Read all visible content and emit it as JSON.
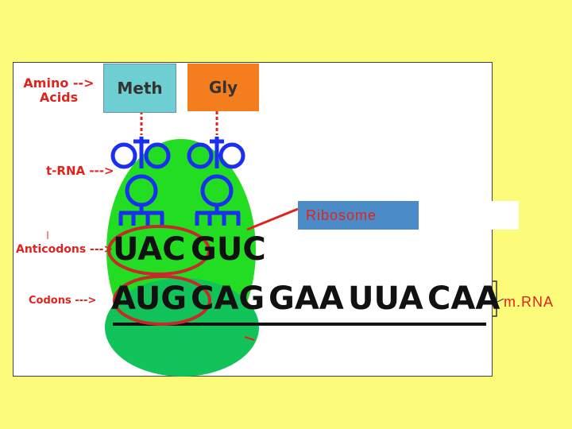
{
  "labels": {
    "amino_acids": "Amino --> Acids",
    "trna": "t-RNA --->",
    "anticodons": "Anticodons --->",
    "codons": "Codons --->",
    "ribosome": "Ribosome",
    "mrna": "m.RNA"
  },
  "amino_acids": [
    "Meth",
    "Gly"
  ],
  "anticodons": [
    "UAC",
    "GUC"
  ],
  "codons": [
    "AUG",
    "CAG",
    "GAA",
    "UUA",
    "CAA"
  ],
  "colors": {
    "background": "#fdfc7a",
    "ribosome_green": "#22dd22",
    "ribosome_dark_green": "#12c35a",
    "trna_blue": "#1a2ff0",
    "label_red": "#e0231d",
    "meth_box": "#6ecfd3",
    "gly_box": "#f47d1e",
    "ribosome_label_box": "#4a8bc8"
  }
}
